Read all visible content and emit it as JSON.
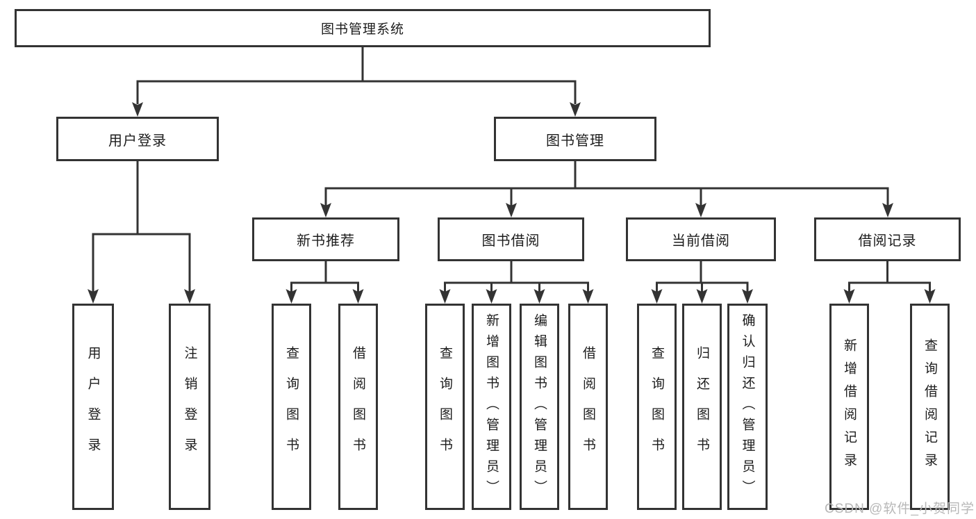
{
  "diagram": {
    "root": {
      "label": "图书管理系统"
    },
    "branches": [
      {
        "label": "用户登录",
        "children": [
          {
            "label": "用户登录"
          },
          {
            "label": "注销登录"
          }
        ]
      },
      {
        "label": "图书管理",
        "groups": [
          {
            "label": "新书推荐",
            "children": [
              {
                "label": "查询图书"
              },
              {
                "label": "借阅图书"
              }
            ]
          },
          {
            "label": "图书借阅",
            "children": [
              {
                "label": "查询图书"
              },
              {
                "label": "新增图书（管理员）"
              },
              {
                "label": "编辑图书（管理员）"
              },
              {
                "label": "借阅图书"
              }
            ]
          },
          {
            "label": "当前借阅",
            "children": [
              {
                "label": "查询图书"
              },
              {
                "label": "归还图书"
              },
              {
                "label": "确认归还（管理员）"
              }
            ]
          },
          {
            "label": "借阅记录",
            "children": [
              {
                "label": "新增借阅记录"
              },
              {
                "label": "查询借阅记录"
              }
            ]
          }
        ]
      }
    ]
  },
  "watermark": {
    "text": "CSDN @软件_小贺同学",
    "color": "#b8b8b8"
  },
  "colors": {
    "line": "#333333",
    "text": "#1c1c1c",
    "background": "#ffffff"
  }
}
